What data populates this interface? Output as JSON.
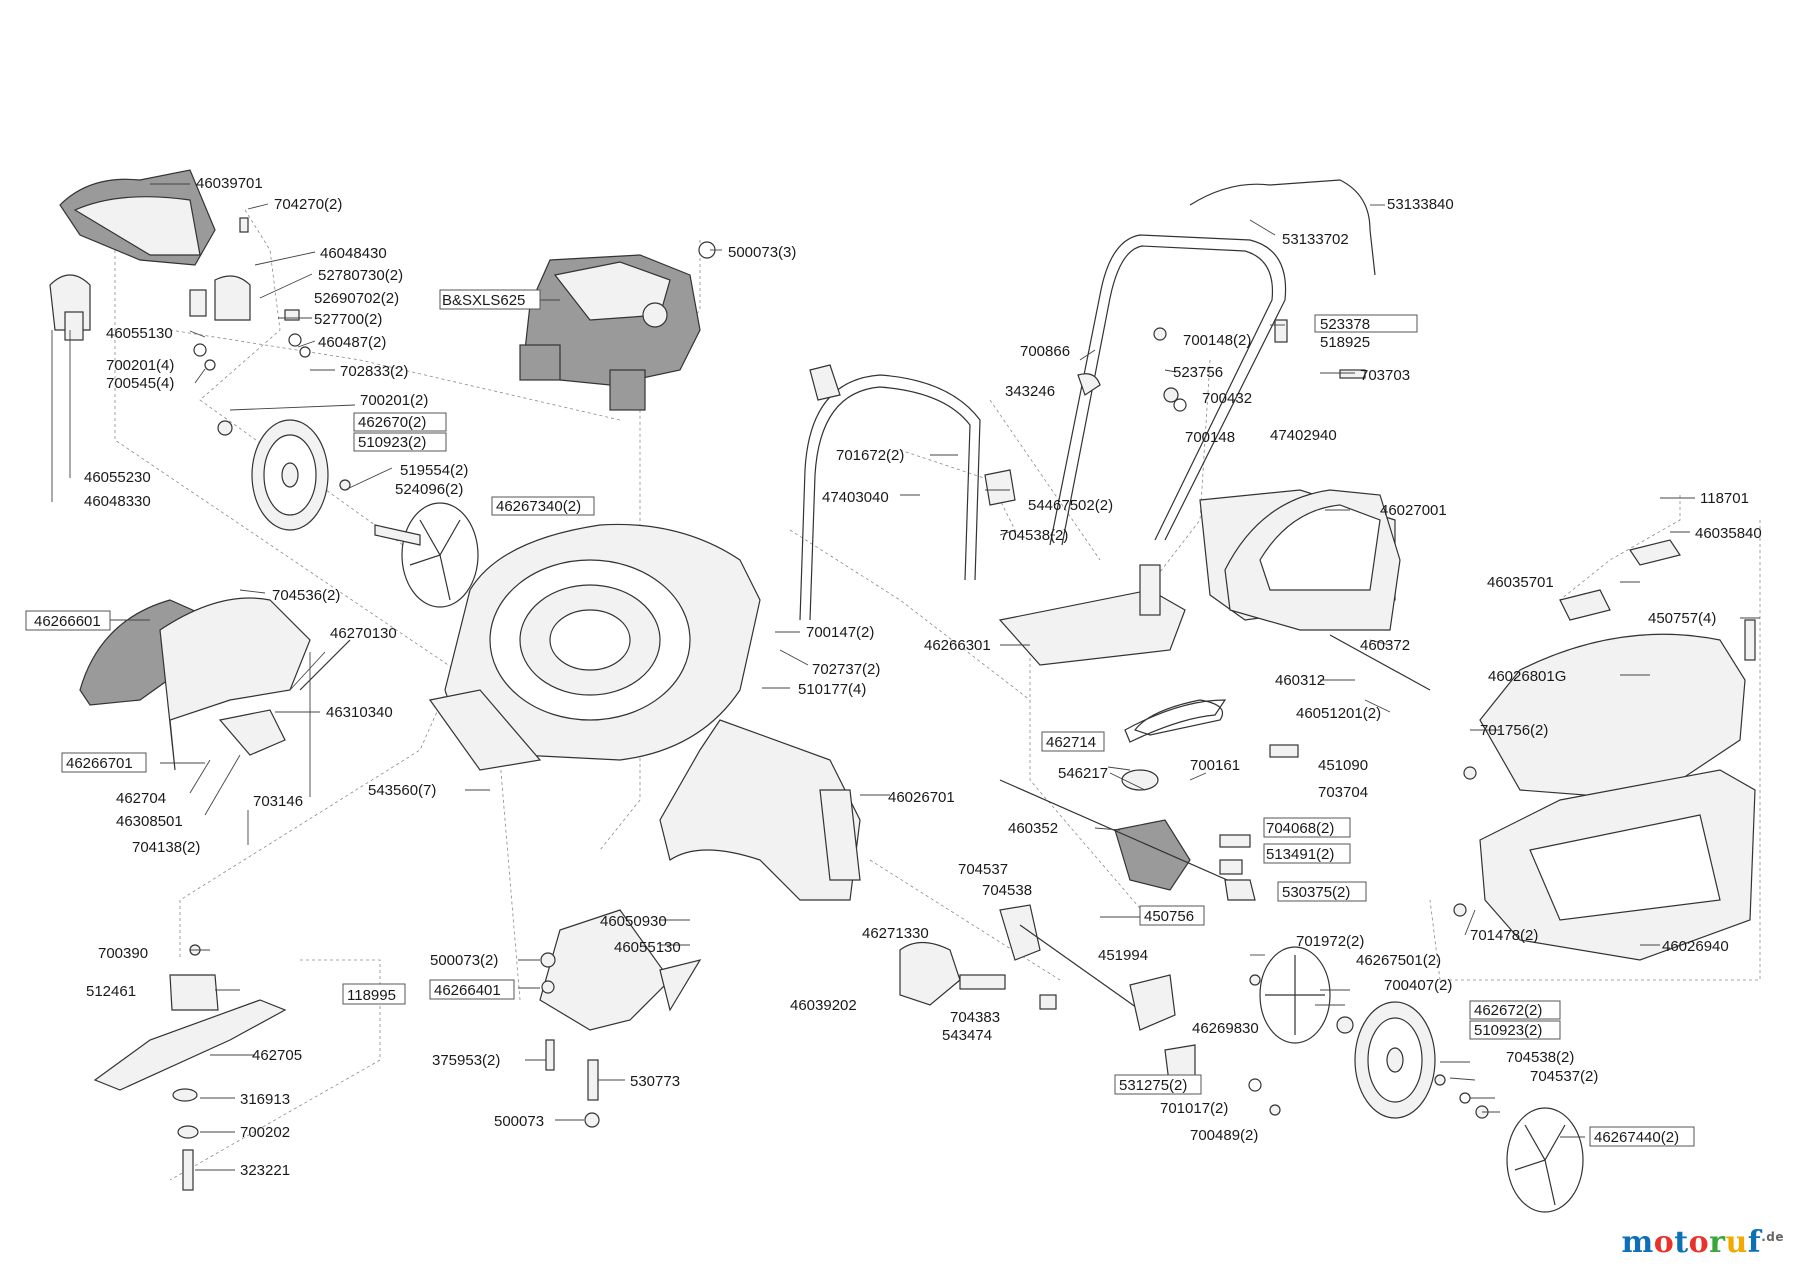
{
  "watermark": {
    "text": "motoruf",
    "suffix": ".de"
  },
  "labels": {
    "p46039701": "46039701",
    "p704270_2": "704270(2)",
    "p46048430": "46048430",
    "p52780730_2": "52780730(2)",
    "p52690702_2": "52690702(2)",
    "p527700_2": "527700(2)",
    "p460487_2": "460487(2)",
    "p702833_2": "702833(2)",
    "p46055130a": "46055130",
    "p700201_4": "700201(4)",
    "p700545_4": "700545(4)",
    "p46055230": "46055230",
    "p46048330": "46048330",
    "p700201_2": "700201(2)",
    "p462670_2": "462670(2)",
    "p510923_2a": "510923(2)",
    "p519554_2": "519554(2)",
    "p524096_2": "524096(2)",
    "p46267340_2": "46267340(2)",
    "p500073_3": "500073(3)",
    "pBSXLS625": "B&SXLS625",
    "p704536_2": "704536(2)",
    "p46266601": "46266601",
    "p46270130": "46270130",
    "p46310340": "46310340",
    "p46266701": "46266701",
    "p462704": "462704",
    "p46308501": "46308501",
    "p703146": "703146",
    "p704138_2": "704138(2)",
    "p543560_7": "543560(7)",
    "p700147_2": "700147(2)",
    "p702737_2": "702737(2)",
    "p510177_4": "510177(4)",
    "p47403040": "47403040",
    "p701672_2": "701672(2)",
    "p54467502_2": "54467502(2)",
    "p704538_2a": "704538(2)",
    "p46026701": "46026701",
    "p46050930": "46050930",
    "p46055130b": "46055130",
    "p700390": "700390",
    "p512461": "512461",
    "p118995": "118995",
    "p462705": "462705",
    "p316913": "316913",
    "p700202": "700202",
    "p323221": "323221",
    "p500073_2": "500073(2)",
    "p46266401": "46266401",
    "p375953_2": "375953(2)",
    "p530773": "530773",
    "p500073": "500073",
    "p53133840": "53133840",
    "p53133702": "53133702",
    "p523378": "523378",
    "p518925": "518925",
    "p700148_2": "700148(2)",
    "p700866": "700866",
    "p703703": "703703",
    "p523756": "523756",
    "p343246": "343246",
    "p700432": "700432",
    "p700148": "700148",
    "p47402940": "47402940",
    "p46027001": "46027001",
    "p46266301": "46266301",
    "p460372": "460372",
    "p460312": "460312",
    "p46051201_2": "46051201(2)",
    "p462714": "462714",
    "p546217": "546217",
    "p700161": "700161",
    "p451090": "451090",
    "p703704": "703704",
    "p460352": "460352",
    "p704068_2": "704068(2)",
    "p513491_2": "513491(2)",
    "p530375_2": "530375(2)",
    "p450756": "450756",
    "p451994": "451994",
    "p704537": "704537",
    "p704538": "704538",
    "p46271330": "46271330",
    "p46039202": "46039202",
    "p704383": "704383",
    "p543474": "543474",
    "p46269830": "46269830",
    "p531275_2": "531275(2)",
    "p701017_2": "701017(2)",
    "p700489_2": "700489(2)",
    "p701972_2": "701972(2)",
    "p46267501_2": "46267501(2)",
    "p700407_2": "700407(2)",
    "p462672_2": "462672(2)",
    "p510923_2b": "510923(2)",
    "p704538_2b": "704538(2)",
    "p704537_2": "704537(2)",
    "p46267440_2": "46267440(2)",
    "p118701": "118701",
    "p46035840": "46035840",
    "p46035701": "46035701",
    "p450757_4": "450757(4)",
    "p46026801G": "46026801G",
    "p701756_2": "701756(2)",
    "p701478_2": "701478(2)",
    "p46026940": "46026940"
  }
}
